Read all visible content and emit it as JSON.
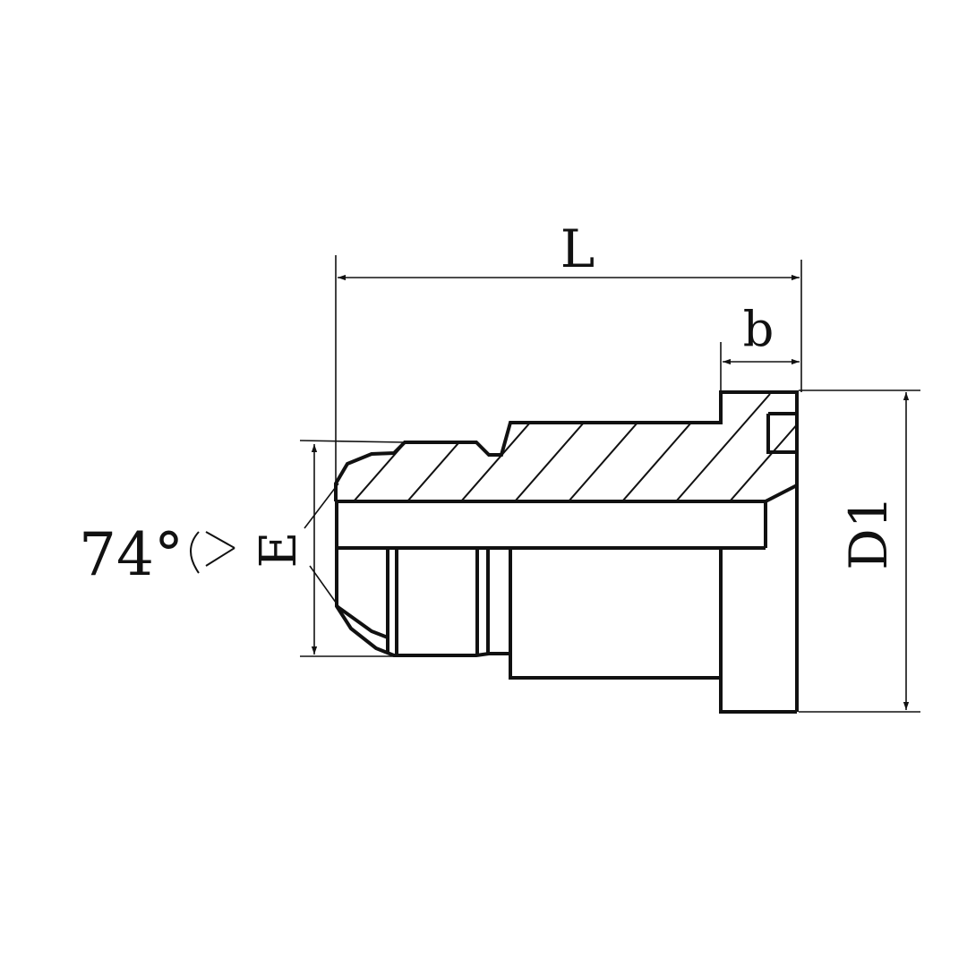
{
  "drawing": {
    "labels": {
      "length": "L",
      "flange_width": "b",
      "flange_diameter": "D1",
      "thread": "E",
      "cone_angle": "74°"
    },
    "colors": {
      "line": "#111111",
      "background": "#ffffff"
    }
  }
}
